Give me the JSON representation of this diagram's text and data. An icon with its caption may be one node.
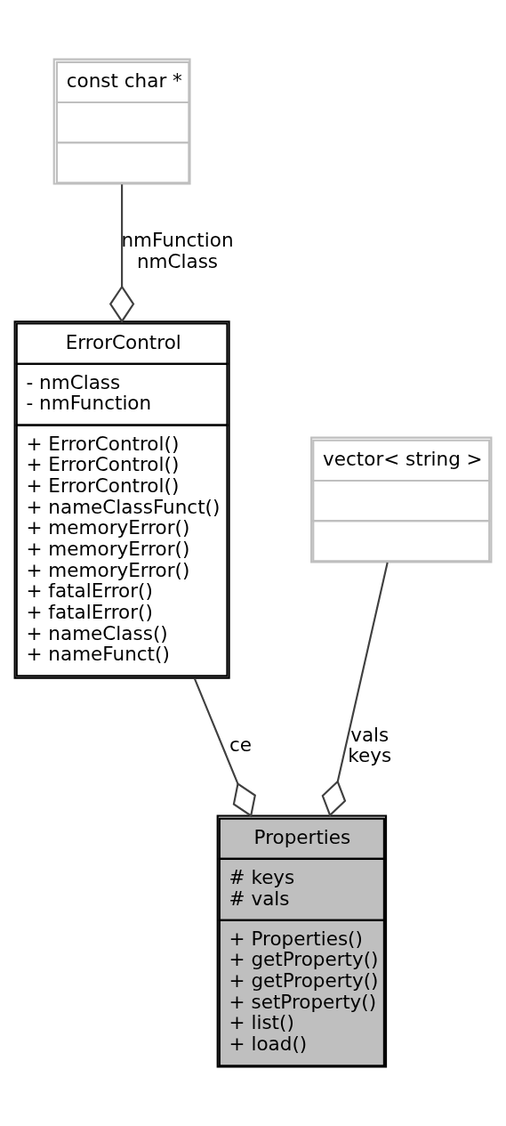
{
  "diagram": {
    "nodes": [
      {
        "text": [
          "const char *"
        ]
      },
      {
        "text": [
          "ErrorControl",
          "- nmClass",
          "- nmFunction",
          "+ ErrorControl()",
          "+ ErrorControl()",
          "+ ErrorControl()",
          "+ nameClassFunct()",
          "+ memoryError()",
          "+ memoryError()",
          "+ memoryError()",
          "+ fatalError()",
          "+ fatalError()",
          "+ nameClass()",
          "+ nameFunct()"
        ]
      },
      {
        "text": [
          "vector< string >"
        ]
      },
      {
        "text": [
          "Properties",
          "# keys",
          "# vals",
          "+ Properties()",
          "+ getProperty()",
          "+ getProperty()",
          "+ setProperty()",
          "+ list()",
          "+ load()"
        ]
      }
    ],
    "edges": [
      {
        "from": 0,
        "to": 1,
        "arrow": "other",
        "label": "nmFunction nmClass"
      },
      {
        "from": 1,
        "to": 3,
        "arrow": "other",
        "label": "ce"
      },
      {
        "from": 2,
        "to": 3,
        "arrow": "other",
        "label": "vals keys"
      }
    ]
  }
}
